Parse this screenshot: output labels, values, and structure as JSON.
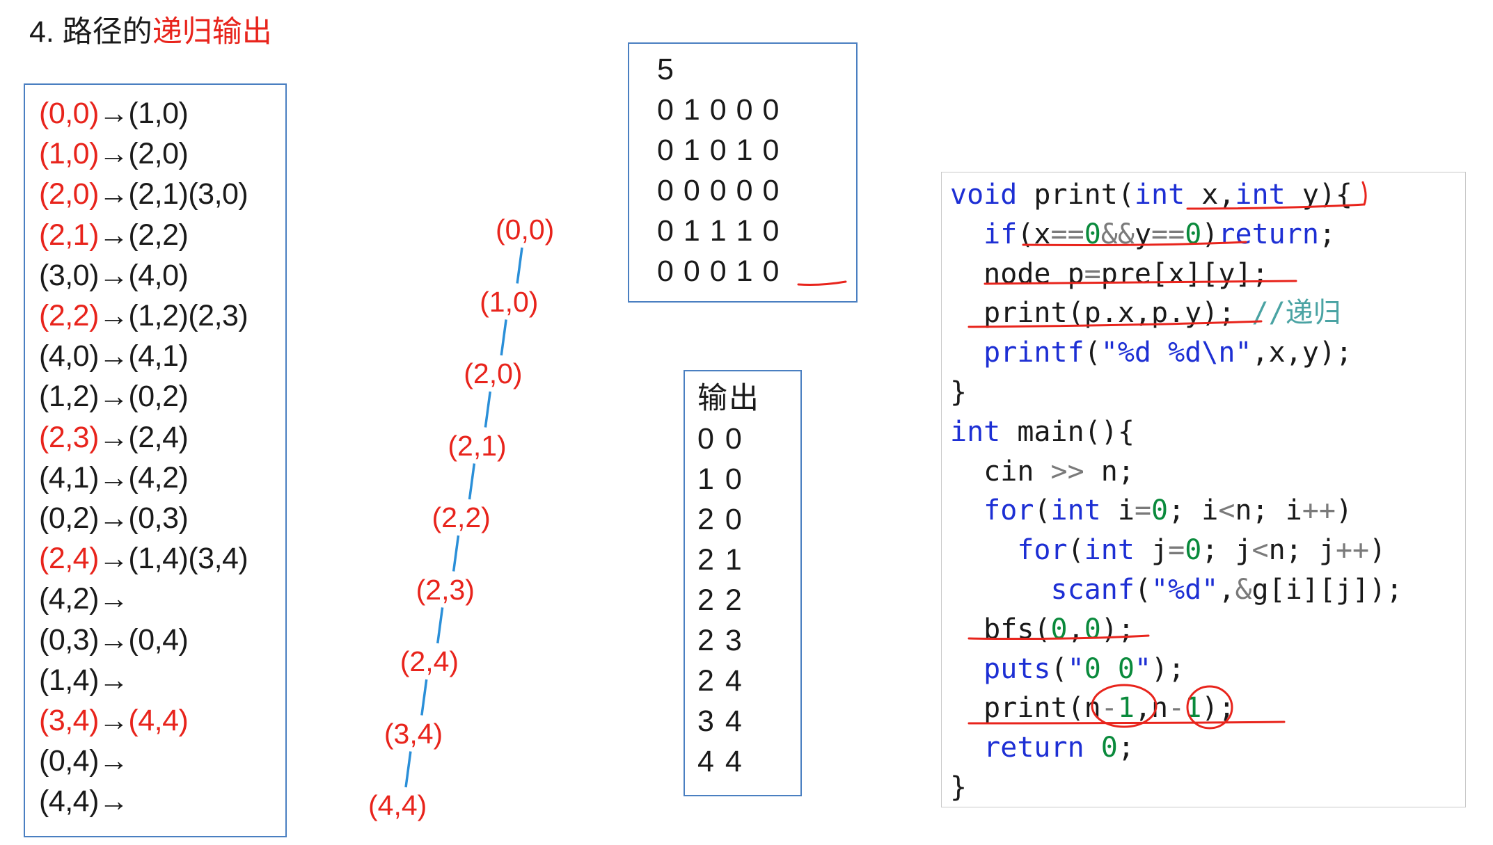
{
  "title": {
    "prefix": "4. 路径的",
    "highlight": "递归输出"
  },
  "bfs_list": [
    {
      "from": "(0,0)",
      "from_red": true,
      "arrow": "→",
      "to": "(1,0)",
      "to_red": false
    },
    {
      "from": "(1,0)",
      "from_red": true,
      "arrow": "→",
      "to": "(2,0)",
      "to_red": false
    },
    {
      "from": "(2,0)",
      "from_red": true,
      "arrow": "→",
      "to": "(2,1)(3,0)",
      "to_red": false
    },
    {
      "from": "(2,1)",
      "from_red": true,
      "arrow": "→",
      "to": "(2,2)",
      "to_red": false
    },
    {
      "from": "(3,0)",
      "from_red": false,
      "arrow": "→",
      "to": "(4,0)",
      "to_red": false
    },
    {
      "from": "(2,2)",
      "from_red": true,
      "arrow": "→",
      "to": "(1,2)(2,3)",
      "to_red": false
    },
    {
      "from": "(4,0)",
      "from_red": false,
      "arrow": "→",
      "to": "(4,1)",
      "to_red": false
    },
    {
      "from": "(1,2)",
      "from_red": false,
      "arrow": "→",
      "to": "(0,2)",
      "to_red": false
    },
    {
      "from": "(2,3)",
      "from_red": true,
      "arrow": "→",
      "to": "(2,4)",
      "to_red": false
    },
    {
      "from": "(4,1)",
      "from_red": false,
      "arrow": "→",
      "to": "(4,2)",
      "to_red": false
    },
    {
      "from": "(0,2)",
      "from_red": false,
      "arrow": "→",
      "to": "(0,3)",
      "to_red": false
    },
    {
      "from": "(2,4)",
      "from_red": true,
      "arrow": "→",
      "to": "(1,4)(3,4)",
      "to_red": false
    },
    {
      "from": "(4,2)",
      "from_red": false,
      "arrow": "→",
      "to": "",
      "to_red": false
    },
    {
      "from": "(0,3)",
      "from_red": false,
      "arrow": "→",
      "to": "(0,4)",
      "to_red": false
    },
    {
      "from": "(1,4)",
      "from_red": false,
      "arrow": "→",
      "to": "",
      "to_red": false
    },
    {
      "from": "(3,4)",
      "from_red": true,
      "arrow": "→",
      "to": "(4,4)",
      "to_red": true
    },
    {
      "from": "(0,4)",
      "from_red": false,
      "arrow": "→",
      "to": "",
      "to_red": false
    },
    {
      "from": "(4,4)",
      "from_red": false,
      "arrow": "→",
      "to": "",
      "to_red": false
    }
  ],
  "path_nodes": [
    "(0,0)",
    "(1,0)",
    "(2,0)",
    "(2,1)",
    "(2,2)",
    "(2,3)",
    "(2,4)",
    "(3,4)",
    "(4,4)"
  ],
  "grid_input": [
    "5",
    "0 1 0 0 0",
    "0 1 0 1 0",
    "0 0 0 0 0",
    "0 1 1 1 0",
    "0 0 0 1 0"
  ],
  "output": {
    "header": "输出",
    "lines": [
      "0 0",
      "1 0",
      "2 0",
      "2 1",
      "2 2",
      "2 3",
      "2 4",
      "3 4",
      "4 4"
    ]
  },
  "code": [
    [
      [
        "kw",
        "void"
      ],
      [
        "t",
        " print("
      ],
      [
        "kw",
        "int"
      ],
      [
        "t",
        " x,"
      ],
      [
        "kw",
        "int"
      ],
      [
        "t",
        " y){"
      ]
    ],
    [
      [
        "t",
        "  "
      ],
      [
        "kw",
        "if"
      ],
      [
        "t",
        "(x"
      ],
      [
        "op",
        "=="
      ],
      [
        "num",
        "0"
      ],
      [
        "op",
        "&&"
      ],
      [
        "t",
        "y"
      ],
      [
        "op",
        "=="
      ],
      [
        "num",
        "0"
      ],
      [
        "t",
        ")"
      ],
      [
        "kw",
        "return"
      ],
      [
        "t",
        ";"
      ]
    ],
    [
      [
        "t",
        "  node p"
      ],
      [
        "op",
        "="
      ],
      [
        "t",
        "pre[x][y];"
      ]
    ],
    [
      [
        "t",
        "  print(p.x,p.y); "
      ],
      [
        "cm",
        "//递归"
      ]
    ],
    [
      [
        "t",
        "  "
      ],
      [
        "kw",
        "printf"
      ],
      [
        "t",
        "("
      ],
      [
        "str",
        "\"%d %d\\n\""
      ],
      [
        "t",
        ",x,y);"
      ]
    ],
    [
      [
        "t",
        "}"
      ]
    ],
    [
      [
        "kw",
        "int"
      ],
      [
        "t",
        " main(){"
      ]
    ],
    [
      [
        "t",
        "  cin "
      ],
      [
        "op",
        ">>"
      ],
      [
        "t",
        " n;"
      ]
    ],
    [
      [
        "t",
        "  "
      ],
      [
        "kw",
        "for"
      ],
      [
        "t",
        "("
      ],
      [
        "kw",
        "int"
      ],
      [
        "t",
        " i"
      ],
      [
        "op",
        "="
      ],
      [
        "num",
        "0"
      ],
      [
        "t",
        "; i"
      ],
      [
        "op",
        "<"
      ],
      [
        "t",
        "n; i"
      ],
      [
        "op",
        "++"
      ],
      [
        "t",
        ")"
      ]
    ],
    [
      [
        "t",
        "    "
      ],
      [
        "kw",
        "for"
      ],
      [
        "t",
        "("
      ],
      [
        "kw",
        "int"
      ],
      [
        "t",
        " j"
      ],
      [
        "op",
        "="
      ],
      [
        "num",
        "0"
      ],
      [
        "t",
        "; j"
      ],
      [
        "op",
        "<"
      ],
      [
        "t",
        "n; j"
      ],
      [
        "op",
        "++"
      ],
      [
        "t",
        ")"
      ]
    ],
    [
      [
        "t",
        "      "
      ],
      [
        "kw",
        "scanf"
      ],
      [
        "t",
        "("
      ],
      [
        "str",
        "\"%d\""
      ],
      [
        "t",
        ","
      ],
      [
        "op",
        "&"
      ],
      [
        "t",
        "g[i][j]);"
      ]
    ],
    [
      [
        "t",
        "  bfs("
      ],
      [
        "num",
        "0"
      ],
      [
        "t",
        ","
      ],
      [
        "num",
        "0"
      ],
      [
        "t",
        ");"
      ]
    ],
    [
      [
        "t",
        "  "
      ],
      [
        "kw",
        "puts"
      ],
      [
        "t",
        "("
      ],
      [
        "str",
        "\""
      ],
      [
        "num",
        "0 0"
      ],
      [
        "str",
        "\""
      ],
      [
        "t",
        ");"
      ]
    ],
    [
      [
        "t",
        "  print(n"
      ],
      [
        "op",
        "-"
      ],
      [
        "num",
        "1"
      ],
      [
        "t",
        ",n"
      ],
      [
        "op",
        "-"
      ],
      [
        "num",
        "1"
      ],
      [
        "t",
        ");"
      ]
    ],
    [
      [
        "t",
        "  "
      ],
      [
        "kw",
        "return"
      ],
      [
        "t",
        " "
      ],
      [
        "num",
        "0"
      ],
      [
        "t",
        ";"
      ]
    ],
    [
      [
        "t",
        "}"
      ]
    ]
  ],
  "colors": {
    "accent_red": "#e8241c",
    "border_blue": "#4a7fc1",
    "keyword_blue": "#1d2fd4",
    "number_green": "#0a8a3c",
    "line_blue": "#2a8fd8"
  }
}
